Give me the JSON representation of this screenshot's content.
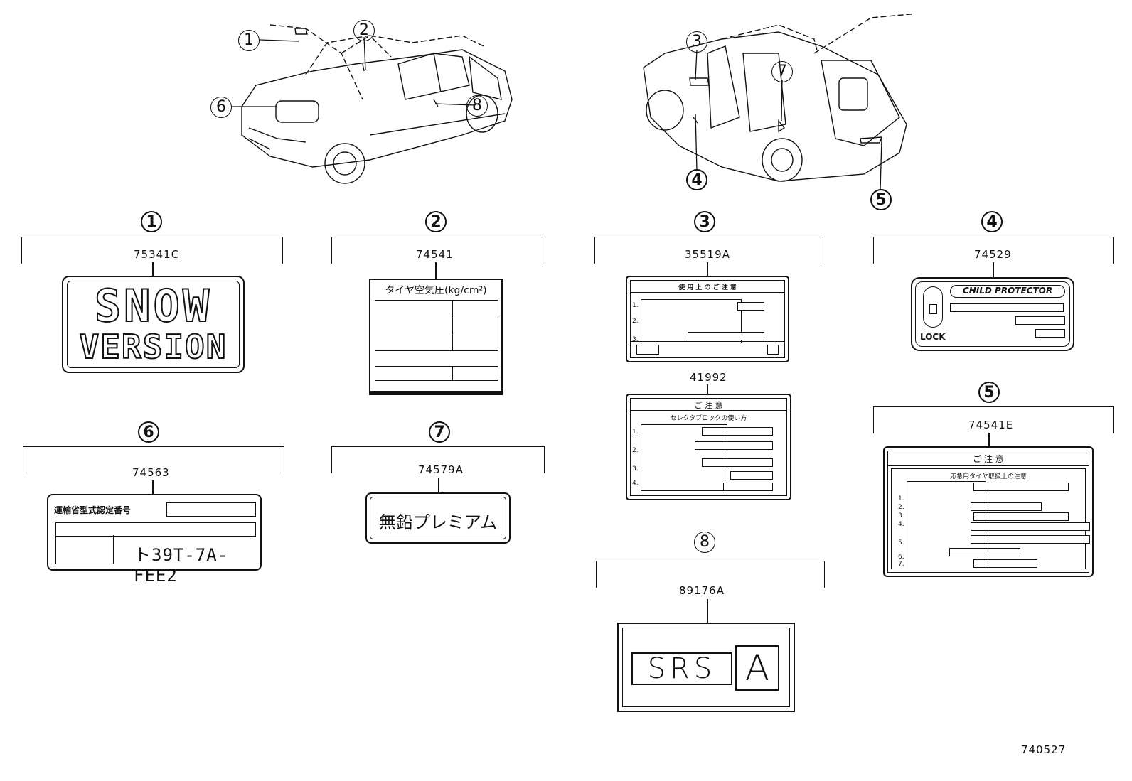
{
  "callouts": {
    "c1": "1",
    "c2": "2",
    "c3": "3",
    "c4": "4",
    "c5": "5",
    "c6": "6",
    "c7": "7",
    "c8": "8"
  },
  "parts": {
    "p1": "75341C",
    "p2": "74541",
    "p3a": "35519A",
    "p3b": "41992",
    "p4": "74529",
    "p5": "74541E",
    "p6": "74563",
    "p7": "74579A",
    "p8": "89176A"
  },
  "labels": {
    "snow_line1": "SNOW",
    "snow_line2": "VERSION",
    "tire_title": "タイヤ空気圧(kg/cm²)",
    "caution_use": "使 用 上 の ご 注 意",
    "caution": "ご 注 意",
    "selector_lock": "セレクタブロックの使い方",
    "child_protector": "CHILD PROTECTOR",
    "lock": "LOCK",
    "spare_tire": "応急用タイヤ取扱上の注意",
    "approval_no": "運輸省型式認定番号",
    "model_code": "ト39T-7A-FEE2",
    "premium": "無鉛プレミアム",
    "srs": "SRS",
    "srs_a": "A"
  },
  "rows": {
    "r1": "1.",
    "r2": "2.",
    "r3": "3.",
    "r4": "4.",
    "r5": "5.",
    "r6": "6.",
    "r7": "7."
  },
  "figure_id": "740527"
}
